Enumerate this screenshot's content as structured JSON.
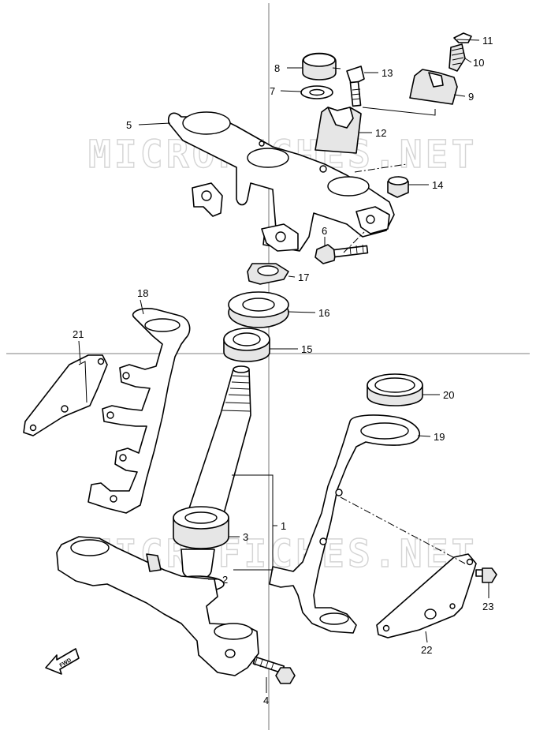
{
  "watermark": {
    "text_upper": "MICROFICHES.NET",
    "text_lower": "MICROFICHES.NET"
  },
  "fwd_label": "FWD",
  "callouts": {
    "p1": "1",
    "p2": "2",
    "p3": "3",
    "p4": "4",
    "p5": "5",
    "p6": "6",
    "p7": "7",
    "p8": "8",
    "p9": "9",
    "p10": "10",
    "p11": "11",
    "p12": "12",
    "p13": "13",
    "p14": "14",
    "p15": "15",
    "p16": "16",
    "p17": "17",
    "p18": "18",
    "p19": "19",
    "p20": "20",
    "p21": "21",
    "p22": "22",
    "p23": "23"
  }
}
